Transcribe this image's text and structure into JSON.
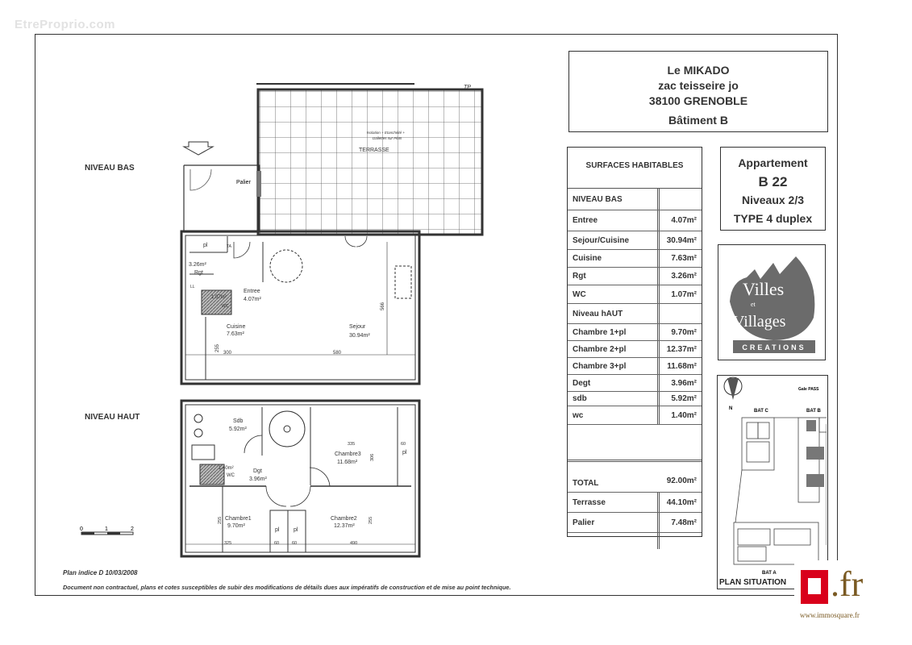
{
  "watermark": "EtreProprio.com",
  "header": {
    "line1": "Le MIKADO",
    "line2": "zac teisseire jo",
    "line3": "38100 GRENOBLE",
    "building": "Bâtiment B"
  },
  "apartment": {
    "label": "Appartement",
    "number": "B 22",
    "levels": "Niveaux 2/3",
    "type": "TYPE 4 duplex"
  },
  "surfaces": {
    "title": "SURFACES HABITABLES",
    "rows": [
      {
        "label": "NIVEAU BAS",
        "value": ""
      },
      {
        "label": "Entree",
        "value": "4.07m²"
      },
      {
        "label": "Sejour/Cuisine",
        "value": "30.94m²"
      },
      {
        "label": "Cuisine",
        "value": "7.63m²"
      },
      {
        "label": "Rgt",
        "value": "3.26m²"
      },
      {
        "label": "WC",
        "value": "1.07m²"
      },
      {
        "label": "Niveau hAUT",
        "value": ""
      },
      {
        "label": "Chambre 1+pl",
        "value": "9.70m²"
      },
      {
        "label": "Chambre 2+pl",
        "value": "12.37m²"
      },
      {
        "label": "Chambre 3+pl",
        "value": "11.68m²"
      },
      {
        "label": "Degt",
        "value": "3.96m²"
      },
      {
        "label": "sdb",
        "value": "5.92m²"
      },
      {
        "label": "wc",
        "value": "1.40m²"
      }
    ],
    "total": {
      "label": "TOTAL",
      "value": "92.00m²"
    },
    "extras": [
      {
        "label": "Terrasse",
        "value": "44.10m²"
      },
      {
        "label": "Palier",
        "value": "7.48m²"
      }
    ]
  },
  "logo": {
    "line1": "Villes",
    "et": "et",
    "line2": "Villages",
    "line3": "CREATIONS",
    "color": "#6b6b6b"
  },
  "situation": {
    "title": "PLAN SITUATION",
    "north": "N",
    "labels": [
      "BAT C",
      "BAT B",
      "BAT A"
    ],
    "note": "Gale PASS"
  },
  "levels": {
    "bas": "NIVEAU BAS",
    "haut": "NIVEAU HAUT"
  },
  "scale": {
    "ticks": [
      "0",
      "1",
      "2"
    ]
  },
  "plan_bas": {
    "terrasse": "TERRASSE",
    "terrasse_note1": "Isolation + Etanchéité +",
    "terrasse_note2": "Dallettes sur Plots",
    "tp": "TP",
    "palier": "Palier",
    "pl": "pl",
    "ta": "TA",
    "ll": "LL",
    "rgt_area": "3.26m²",
    "rgt": "Rgt",
    "wc_area": "1.07m²",
    "wc": "WC",
    "entree": "Entree",
    "entree_area": "4.07m²",
    "cuisine": "Cuisine",
    "cuisine_area": "7.63m²",
    "sejour": "Sejour",
    "sejour_area": "30.94m²",
    "dim_300": "300",
    "dim_580": "580",
    "dim_566": "566",
    "dim_255": "255"
  },
  "plan_haut": {
    "sdb": "Sdb",
    "sdb_area": "5.92m²",
    "wc_area": "1.40m²",
    "wc": "WC",
    "dgt": "Dgt",
    "dgt_area": "3.96m²",
    "chambre3": "Chambre3",
    "chambre3_area": "11.68m²",
    "chambre1": "Chambre1",
    "chambre1_area": "9.70m²",
    "chambre2": "Chambre2",
    "chambre2_area": "12.37m²",
    "pl": "pl",
    "dim_335": "335",
    "dim_60": "60",
    "dim_306": "306",
    "dim_255": "255",
    "dim_325": "325",
    "dim_490": "490"
  },
  "footer": {
    "plan_index": "Plan indice D   10/03/2008",
    "disclaimer": "Document non contractuel, plans et cotes susceptibles de subir des modifications de détails dues aux impératifs de construction et de mise au point technique."
  },
  "immosquare": {
    "suffix": ".fr",
    "url": "www.immosquare.fr",
    "red": "#d9001b",
    "brown": "#7a5a23"
  }
}
